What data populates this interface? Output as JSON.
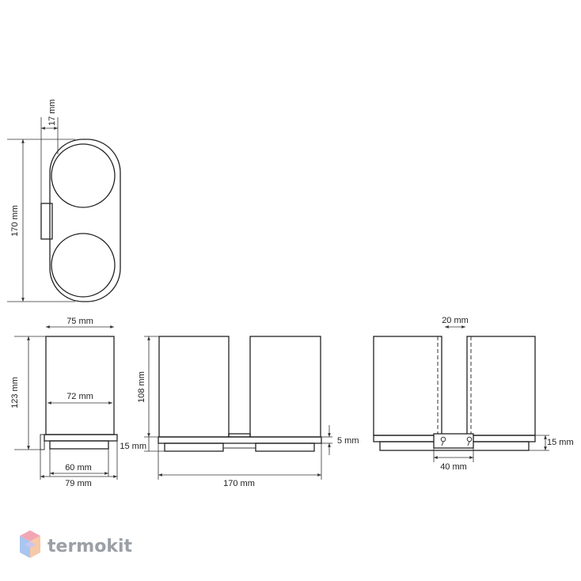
{
  "top_view": {
    "dim_depth": "17 mm",
    "dim_length": "170 mm"
  },
  "side_view": {
    "dim_top_width": "75 mm",
    "dim_glass_width": "72 mm",
    "dim_height": "123 mm",
    "dim_base_inner": "60 mm",
    "dim_base_outer": "79 mm"
  },
  "front_view": {
    "dim_glass_height": "108 mm",
    "dim_base_height": "15 mm",
    "dim_plate": "5 mm",
    "dim_total_width": "170 mm"
  },
  "back_view": {
    "dim_gap": "20 mm",
    "dim_mount": "40 mm",
    "dim_base": "15 mm"
  },
  "brand": {
    "name": "termokit",
    "colors": [
      "#f2a6b3",
      "#a9c6f0",
      "#f6c9a8",
      "#c9c6f2"
    ]
  }
}
